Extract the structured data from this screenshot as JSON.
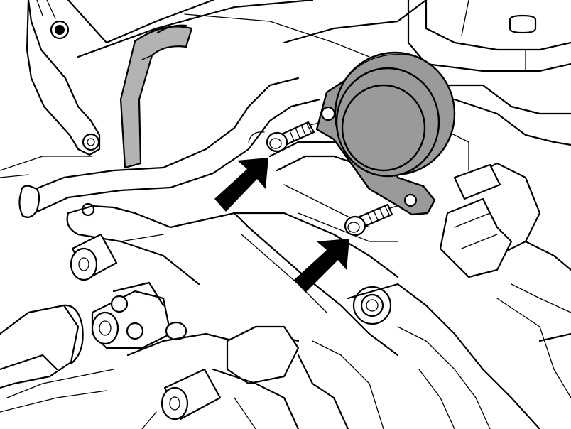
{
  "illustration": {
    "colors": {
      "line": "#000000",
      "background": "#ffffff",
      "highlight_part": "#9a9a9a",
      "hose": "#a0a0a0"
    },
    "components": [
      {
        "name": "horn",
        "highlighted": true
      },
      {
        "name": "mounting-bolt",
        "count": 2
      },
      {
        "name": "direction-arrow",
        "count": 2
      },
      {
        "name": "hose",
        "highlighted": true
      }
    ]
  }
}
